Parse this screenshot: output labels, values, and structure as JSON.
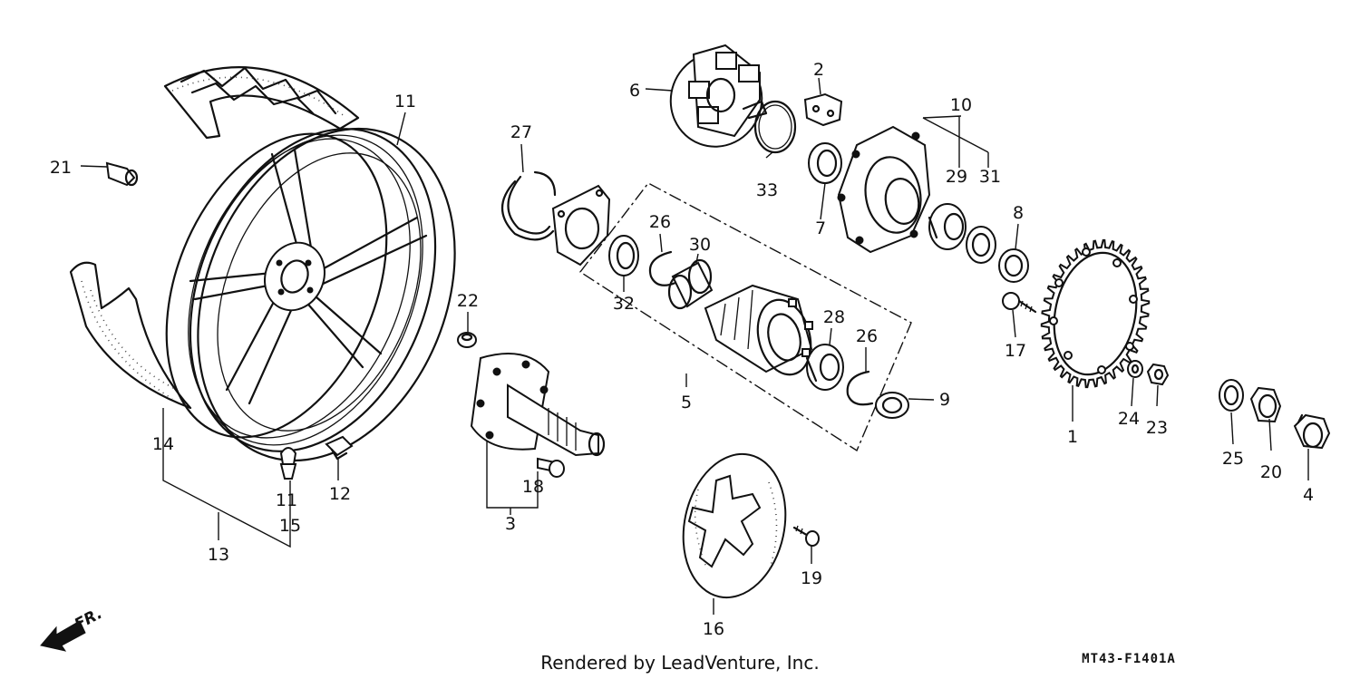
{
  "credit": "Rendered by LeadVenture, Inc.",
  "diagram_code": "MT43-F1401A",
  "front_arrow_label": "FR.",
  "callouts": [
    {
      "id": "c1",
      "label": "1"
    },
    {
      "id": "c2",
      "label": "2"
    },
    {
      "id": "c3",
      "label": "3"
    },
    {
      "id": "c4",
      "label": "4"
    },
    {
      "id": "c5",
      "label": "5"
    },
    {
      "id": "c6",
      "label": "6"
    },
    {
      "id": "c7",
      "label": "7"
    },
    {
      "id": "c8",
      "label": "8"
    },
    {
      "id": "c9",
      "label": "9"
    },
    {
      "id": "c10",
      "label": "10"
    },
    {
      "id": "c11a",
      "label": "11"
    },
    {
      "id": "c11b",
      "label": "11"
    },
    {
      "id": "c12",
      "label": "12"
    },
    {
      "id": "c13",
      "label": "13"
    },
    {
      "id": "c14",
      "label": "14"
    },
    {
      "id": "c15",
      "label": "15"
    },
    {
      "id": "c16",
      "label": "16"
    },
    {
      "id": "c17",
      "label": "17"
    },
    {
      "id": "c18",
      "label": "18"
    },
    {
      "id": "c19",
      "label": "19"
    },
    {
      "id": "c20",
      "label": "20"
    },
    {
      "id": "c21",
      "label": "21"
    },
    {
      "id": "c22",
      "label": "22"
    },
    {
      "id": "c23",
      "label": "23"
    },
    {
      "id": "c24",
      "label": "24"
    },
    {
      "id": "c25",
      "label": "25"
    },
    {
      "id": "c26a",
      "label": "26"
    },
    {
      "id": "c26b",
      "label": "26"
    },
    {
      "id": "c27",
      "label": "27"
    },
    {
      "id": "c28",
      "label": "28"
    },
    {
      "id": "c29",
      "label": "29"
    },
    {
      "id": "c30",
      "label": "30"
    },
    {
      "id": "c31",
      "label": "31"
    },
    {
      "id": "c32",
      "label": "32"
    },
    {
      "id": "c33",
      "label": "33"
    }
  ]
}
